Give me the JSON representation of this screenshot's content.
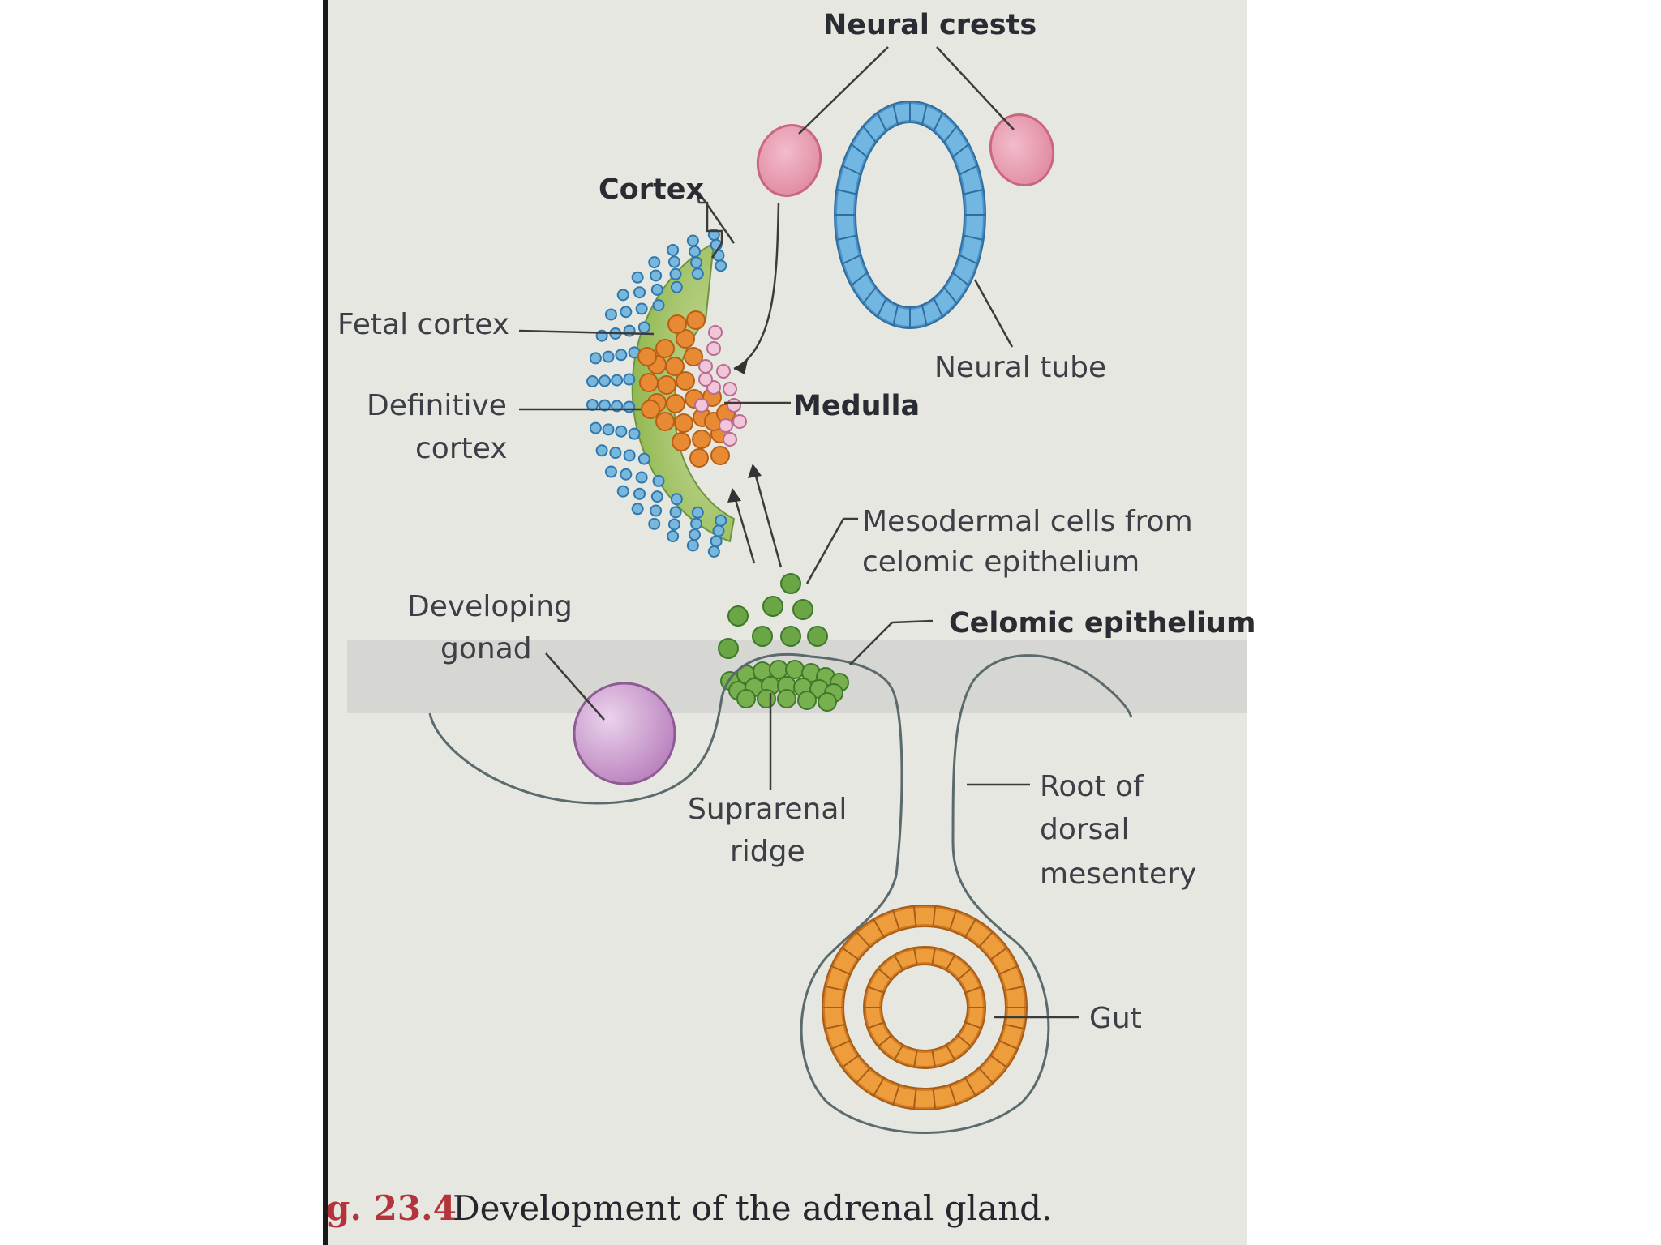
{
  "labels": {
    "neural_crests": "Neural crests",
    "cortex": "Cortex",
    "fetal_cortex": "Fetal cortex",
    "definitive_cortex_line1": "Definitive",
    "definitive_cortex_line2": "cortex",
    "medulla": "Medulla",
    "neural_tube": "Neural tube",
    "mesodermal_line1": "Mesodermal cells from",
    "mesodermal_line2": "celomic epithelium",
    "developing_gonad_line1": "Developing",
    "developing_gonad_line2": "gonad",
    "celomic_epithelium": "Celomic epithelium",
    "suprarenal_ridge_line1": "Suprarenal",
    "suprarenal_ridge_line2": "ridge",
    "root_line1": "Root of",
    "root_line2": "dorsal",
    "root_line3": "mesentery",
    "gut": "Gut"
  },
  "caption": {
    "figure": "g. 23.4",
    "text": "Development of the adrenal gland."
  },
  "colors": {
    "page": "#e7e7e1",
    "neural_crest": "#e08ba4",
    "neural_tube": "#5aa5d9",
    "cortex_green": "#9fc25a",
    "cortex_cells": "#7ab7dc",
    "medulla_orange": "#e88a34",
    "medulla_pink": "#eab2cc",
    "mesoderm_green": "#6aa646",
    "gonad": "#c496c9",
    "gut_orange": "#e8932f",
    "caption_red": "#b3353b"
  }
}
